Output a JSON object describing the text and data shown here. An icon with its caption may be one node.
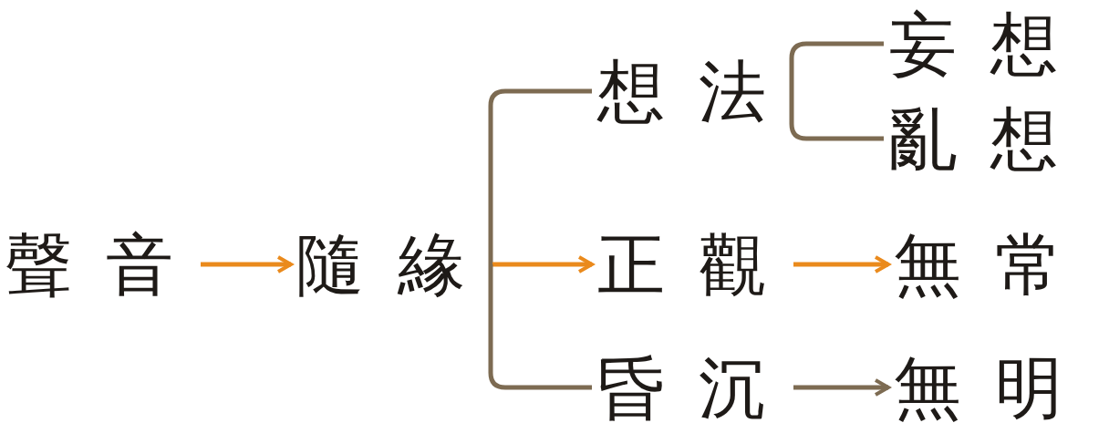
{
  "diagram": {
    "nodes": [
      {
        "text": [
          "聲音"
        ]
      },
      {
        "text": [
          "隨緣"
        ]
      },
      {
        "text": [
          "想法"
        ]
      },
      {
        "text": [
          "妄想"
        ]
      },
      {
        "text": [
          "亂想"
        ]
      },
      {
        "text": [
          "正觀"
        ]
      },
      {
        "text": [
          "無常"
        ]
      },
      {
        "text": [
          "昏沉"
        ]
      },
      {
        "text": [
          "無明"
        ]
      }
    ],
    "edges": [
      {
        "from": 0,
        "to": 1,
        "arrow": "to",
        "color": "#ea8a1c"
      },
      {
        "from": 1,
        "to": 2,
        "arrow": "none"
      },
      {
        "from": 1,
        "to": 5,
        "arrow": "to",
        "color": "#ea8a1c"
      },
      {
        "from": 1,
        "to": 7,
        "arrow": "none"
      },
      {
        "from": 2,
        "to": 3,
        "arrow": "none"
      },
      {
        "from": 2,
        "to": 4,
        "arrow": "none"
      },
      {
        "from": 5,
        "to": 6,
        "arrow": "to",
        "color": "#ea8a1c"
      },
      {
        "from": 7,
        "to": 8,
        "arrow": "to"
      }
    ]
  }
}
